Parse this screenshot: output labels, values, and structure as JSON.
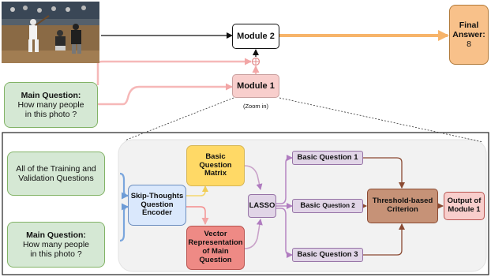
{
  "photo": {
    "overlay_text": ""
  },
  "module2": {
    "label": "Module 2"
  },
  "module1": {
    "label": "Module 1",
    "zoom": "(Zoom in)"
  },
  "final_answer": {
    "title_line1": "Final",
    "title_line2": "Answer:",
    "value": "8"
  },
  "main_question_top": {
    "title": "Main Question:",
    "line1": "How many people",
    "line2": "in this photo ?"
  },
  "zoom_panel": {
    "training_questions": {
      "line1": "All of the Training and",
      "line2": "Validation Questions"
    },
    "main_question": {
      "title": "Main Question:",
      "line1": "How many people",
      "line2": "in this photo ?"
    },
    "encoder": {
      "line1": "Skip-Thoughts",
      "line2": "Question",
      "line3": "Encoder"
    },
    "basic_matrix": {
      "line1": "Basic",
      "line2": "Question",
      "line3": "Matrix"
    },
    "vector_rep": {
      "line1": "Vector",
      "line2": "Representation",
      "line3": "of Main",
      "line4": "Question"
    },
    "lasso": {
      "label": "LASSO"
    },
    "bq1": {
      "label": "Basic Question 1"
    },
    "bq2": {
      "label_main": "Basic ",
      "label_small": "Question 2"
    },
    "bq3": {
      "label": "Basic Question 3"
    },
    "criterion": {
      "line1": "Threshold-based",
      "line2": "Criterion"
    },
    "output": {
      "line1": "Output of",
      "line2": "Module 1"
    }
  },
  "colors": {
    "orange_arrow": "#f7b46a",
    "pink_arrow": "#f6b8b8",
    "blue_arrow": "#7aa6dd",
    "yellow_arrow": "#f5d76e",
    "purple_arrow": "#b98bc5",
    "brown_arrow": "#8b4a32",
    "green_box": "#d5e8d4",
    "pink_box": "#f8cecc",
    "orange_box": "#f8c18a",
    "blue_box": "#dae8fc",
    "yellow_box": "#ffd966",
    "red_box": "#ee8a85",
    "purple_box": "#e1d5e7",
    "brown_box": "#c69277",
    "panel_bg": "#f2f2f2"
  }
}
